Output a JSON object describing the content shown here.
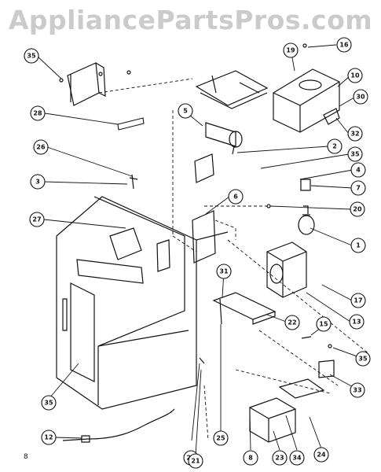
{
  "watermark": "AppliancePartsPros.com",
  "page_number": "8",
  "callouts": [
    "35",
    "16",
    "19",
    "10",
    "30",
    "32",
    "28",
    "5",
    "2",
    "35",
    "4",
    "7",
    "20",
    "26",
    "3",
    "27",
    "6",
    "1",
    "31",
    "17",
    "13",
    "22",
    "15",
    "35",
    "33",
    "12",
    "29",
    "21",
    "25",
    "8",
    "23",
    "34",
    "24",
    "35",
    "35"
  ]
}
